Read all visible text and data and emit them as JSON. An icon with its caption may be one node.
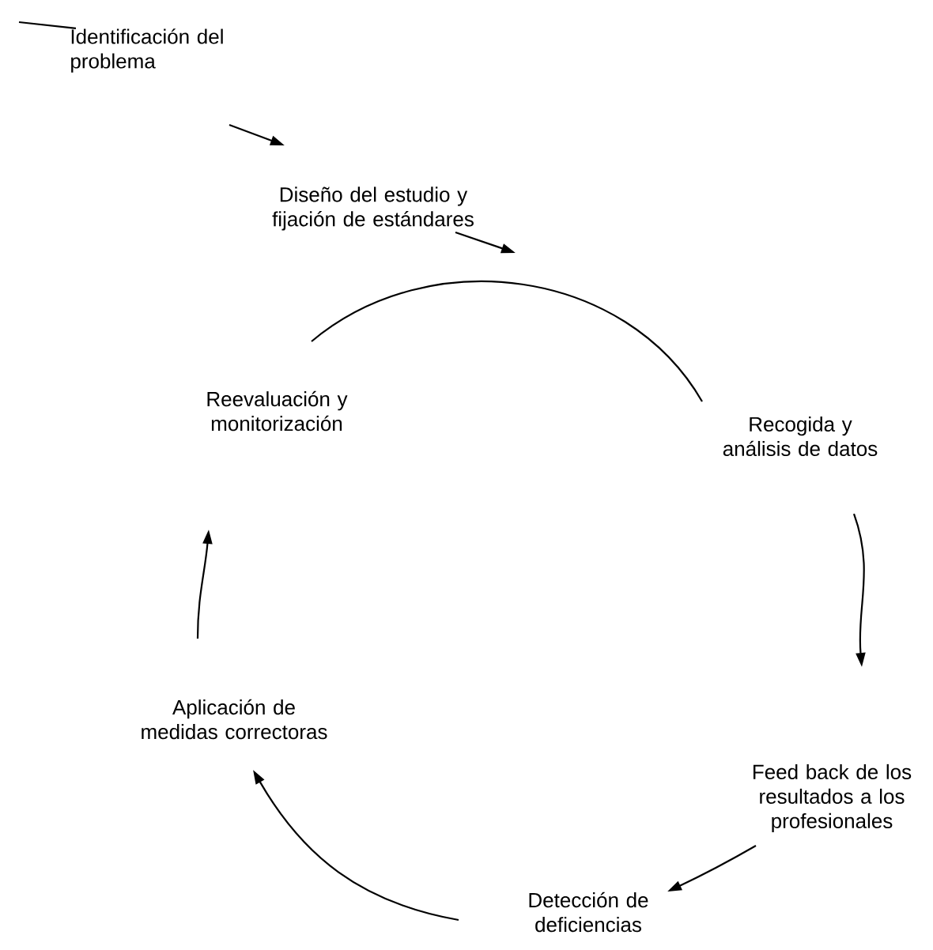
{
  "diagram": {
    "nodes": [
      {
        "text": [
          "Identificación del problema"
        ]
      },
      {
        "text": [
          "Diseño del estudio y fijación de estándares"
        ]
      },
      {
        "text": [
          "Recogida y análisis de datos"
        ]
      },
      {
        "text": [
          "Feed back de los resultados a los profesionales"
        ]
      },
      {
        "text": [
          "Detección de deficiencias"
        ]
      },
      {
        "text": [
          "Aplicación de medidas correctoras"
        ]
      },
      {
        "text": [
          "Reevaluación y monitorización"
        ]
      }
    ],
    "edges": [
      {
        "from": null,
        "to": 0,
        "arrow": "none"
      },
      {
        "from": 0,
        "to": 1,
        "arrow": "to"
      },
      {
        "from": 1,
        "to": null,
        "arrow": "to"
      },
      {
        "from": 6,
        "to": 2,
        "arrow": "none"
      },
      {
        "from": 2,
        "to": 3,
        "arrow": "to"
      },
      {
        "from": 3,
        "to": 4,
        "arrow": "to"
      },
      {
        "from": 4,
        "to": 5,
        "arrow": "to"
      },
      {
        "from": 5,
        "to": 6,
        "arrow": "to"
      }
    ]
  }
}
